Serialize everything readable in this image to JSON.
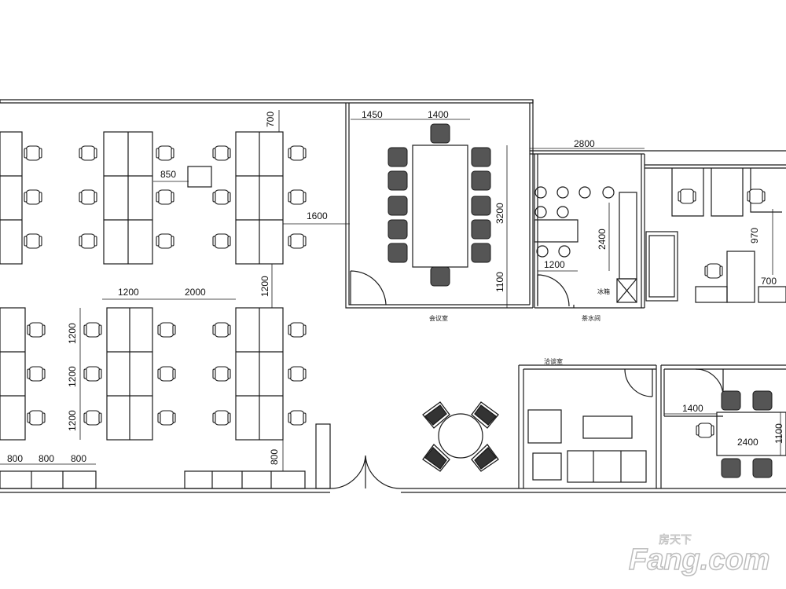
{
  "rooms": {
    "meeting": "会议室",
    "pantry": "茶水间",
    "negotiation": "洽谈室",
    "fridge": "冰箱"
  },
  "dimensions": {
    "d700_top": "700",
    "d850": "850",
    "d1600": "1600",
    "d1200_col_gap": "1200",
    "d1200_desk": "1200",
    "d2000": "2000",
    "d1200_row1": "1200",
    "d1200_row2": "1200",
    "d1200_row3": "1200",
    "d800_bottom": "800",
    "d800_a": "800",
    "d800_b": "800",
    "d800_c": "800",
    "d1450": "1450",
    "d1400_meeting": "1400",
    "d3200": "3200",
    "d1100_meeting": "1100",
    "d2800": "2800",
    "d2400_pantry": "2400",
    "d1200_pantry": "1200",
    "d970": "970",
    "d700_right": "700",
    "d1400_right": "1400",
    "d2400_right": "2400",
    "d1100_right": "1100"
  },
  "watermark": {
    "brand": "Fang.com",
    "cn": "房天下"
  },
  "colors": {
    "line": "#1a1a1a",
    "watermark": "#c8c8c8"
  }
}
